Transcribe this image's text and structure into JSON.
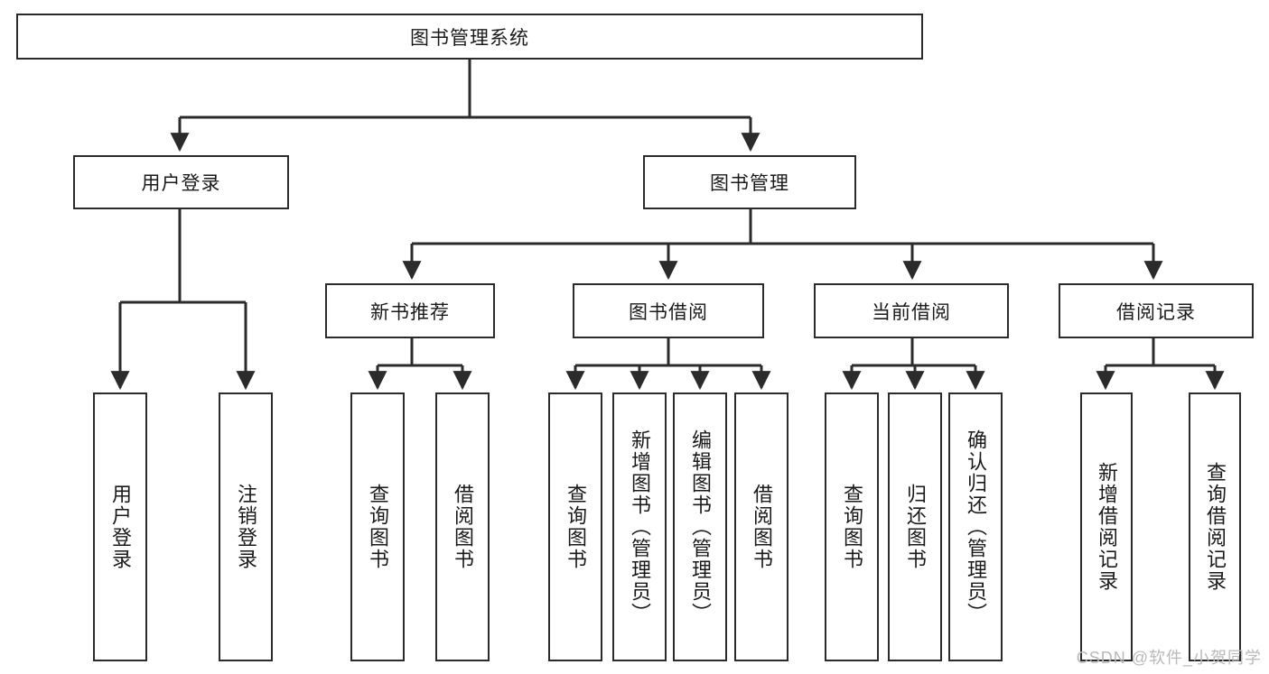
{
  "diagram": {
    "title": "图书管理系统",
    "type": "tree",
    "root": {
      "label": "图书管理系统"
    },
    "level2": [
      {
        "label": "用户登录"
      },
      {
        "label": "图书管理"
      }
    ],
    "level3": [
      {
        "label": "新书推荐"
      },
      {
        "label": "图书借阅"
      },
      {
        "label": "当前借阅"
      },
      {
        "label": "借阅记录"
      }
    ],
    "leaves": {
      "user_login": [
        {
          "label": "用户登录"
        },
        {
          "label": "注销登录"
        }
      ],
      "new_book_recommend": [
        {
          "label": "查询图书"
        },
        {
          "label": "借阅图书"
        }
      ],
      "book_borrow": [
        {
          "label": "查询图书"
        },
        {
          "label": "新增图书（管理员）"
        },
        {
          "label": "编辑图书（管理员）"
        },
        {
          "label": "借阅图书"
        }
      ],
      "current_borrow": [
        {
          "label": "查询图书"
        },
        {
          "label": "归还图书"
        },
        {
          "label": "确认归还（管理员）"
        }
      ],
      "borrow_record": [
        {
          "label": "新增借阅记录"
        },
        {
          "label": "查询借阅记录"
        }
      ]
    }
  },
  "watermark": {
    "text": "CSDN @软件_小贺同学"
  },
  "colors": {
    "stroke": "#2b2b2b",
    "background": "#ffffff",
    "text": "#1a1a1a",
    "watermark": "#b9b9b9"
  }
}
